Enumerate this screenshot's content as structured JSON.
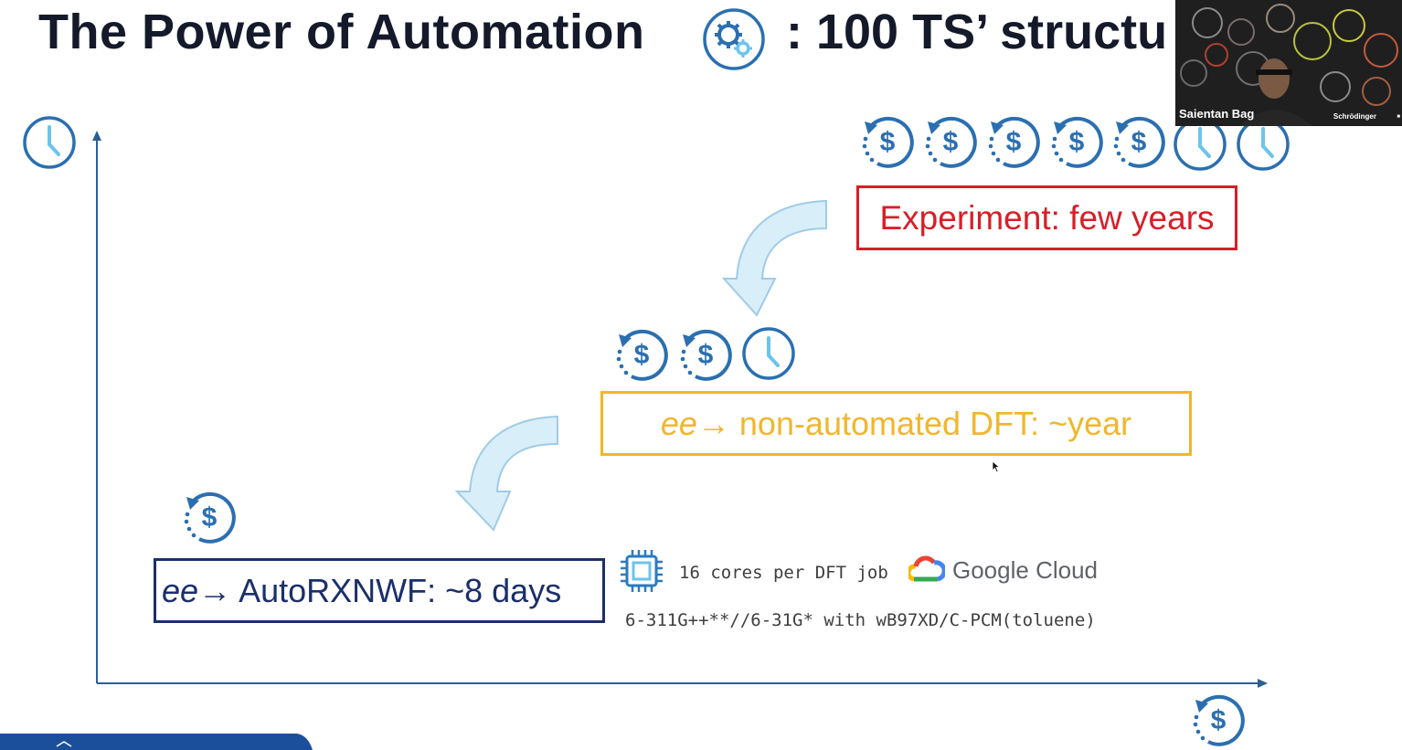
{
  "slide": {
    "title": "The Power of Automation",
    "title_suffix": ": 100 TS’ structu",
    "title_icon": "gears-icon",
    "y_axis_icon": "clock-icon",
    "x_axis_icon": "dollar-cycle-icon"
  },
  "levels": {
    "experiment": {
      "label": "Experiment: few years",
      "color": "#d81e28",
      "cost_icons": 5,
      "time_icons": 2
    },
    "dft": {
      "label_prefix": "ee",
      "label": " → non-automated DFT: ~year",
      "color": "#f2b62a",
      "cost_icons": 2,
      "time_icons": 1
    },
    "auto": {
      "label_prefix": "ee",
      "label": " → AutoRXNWF: ~8 days",
      "color": "#1a2f6b",
      "cost_icons": 1,
      "time_icons": 0
    }
  },
  "compute": {
    "cores_text": "16 cores per DFT job",
    "cloud_label": "Google Cloud",
    "method_text": "6-311G++**//6-31G* with wB97XD/C-PCM(toluene)",
    "chip_icon": "cpu-chip-icon"
  },
  "webcam": {
    "presenter_name": "Saientan Bag",
    "brand": "Schrödinger"
  },
  "colors": {
    "accent_blue": "#2b7bc0",
    "title_color": "#141a2a"
  }
}
